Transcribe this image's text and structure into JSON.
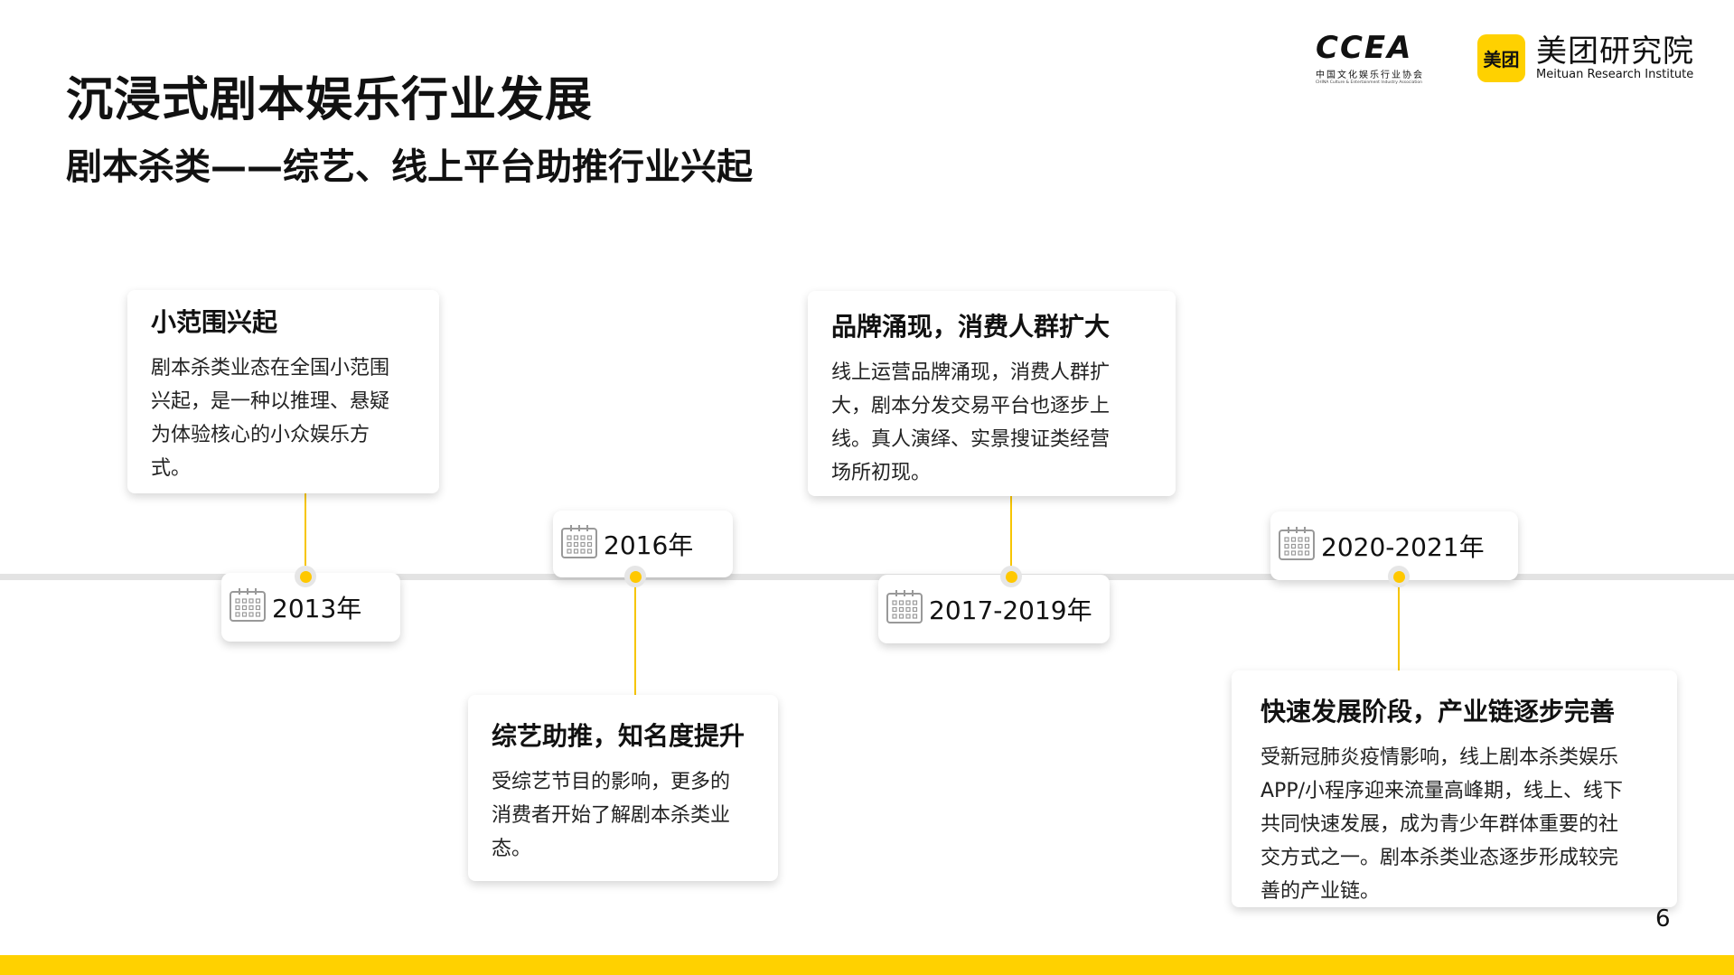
{
  "header": {
    "title": "沉浸式剧本娱乐行业发展",
    "subtitle": "剧本杀类——综艺、线上平台助推行业兴起"
  },
  "logos": {
    "ccea": {
      "mark": "CCEA",
      "cn": "中国文化娱乐行业协会",
      "en": "CHINA Culture & Entertainment Industry Association"
    },
    "meituan": {
      "badge": "美团",
      "cn": "美团研究院",
      "en": "Meituan Research Institute"
    }
  },
  "timeline": [
    {
      "date": "2013年",
      "title": "小范围兴起",
      "lines": [
        "剧本杀类业态在全国小范围",
        "兴起，是一种以推理、悬疑",
        "为体验核心的小众娱乐方",
        "式。"
      ]
    },
    {
      "date": "2016年",
      "title": "综艺助推，知名度提升",
      "lines": [
        "受综艺节目的影响，更多的",
        "消费者开始了解剧本杀类业",
        "态。"
      ]
    },
    {
      "date": "2017-2019年",
      "title": "品牌涌现，消费人群扩大",
      "lines": [
        "线上运营品牌涌现，消费人群扩",
        "大，剧本分发交易平台也逐步上",
        "线。真人演绎、实景搜证类经营",
        "场所初现。"
      ]
    },
    {
      "date": "2020-2021年",
      "title": "快速发展阶段，产业链逐步完善",
      "lines": [
        "受新冠肺炎疫情影响，线上剧本杀类娱乐",
        "APP/小程序迎来流量高峰期，线上、线下",
        "共同快速发展，成为青少年群体重要的社",
        "交方式之一。剧本杀类业态逐步形成较完",
        "善的产业链。"
      ]
    }
  ],
  "page_number": "6",
  "colors": {
    "accent": "#FFD100",
    "dot": "#FFC800",
    "timeline": "#E3E3E3"
  },
  "icons": {
    "date": "calendar-icon"
  }
}
